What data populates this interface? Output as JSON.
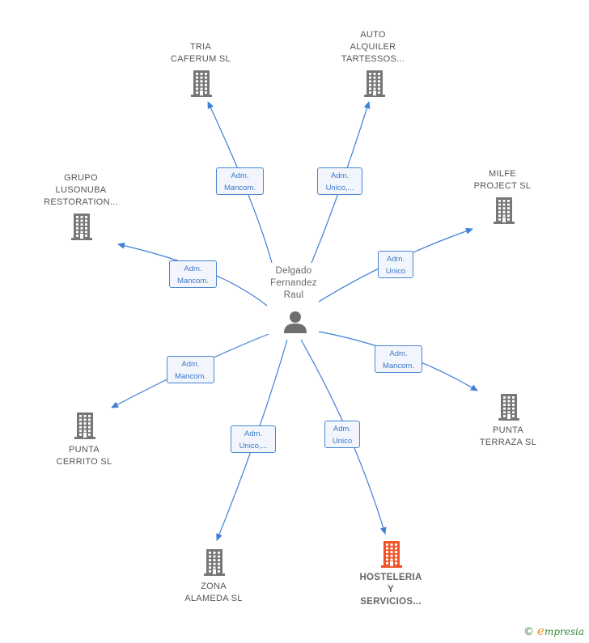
{
  "person": {
    "lines": [
      "Delgado",
      "Fernandez",
      "Raul"
    ]
  },
  "companies": [
    {
      "id": "tria",
      "lines": [
        "TRIA",
        "CAFERUM  SL"
      ]
    },
    {
      "id": "auto",
      "lines": [
        "AUTO",
        "ALQUILER",
        "TARTESSOS..."
      ]
    },
    {
      "id": "milfe",
      "lines": [
        "MILFE",
        "PROJECT  SL"
      ]
    },
    {
      "id": "grupo",
      "lines": [
        "GRUPO",
        "LUSONUBA",
        "RESTORATION..."
      ]
    },
    {
      "id": "terraza",
      "lines": [
        "PUNTA",
        "TERRAZA  SL"
      ]
    },
    {
      "id": "cerrito",
      "lines": [
        "PUNTA",
        "CERRITO SL"
      ]
    },
    {
      "id": "alameda",
      "lines": [
        "ZONA",
        "ALAMEDA  SL"
      ]
    },
    {
      "id": "hosteleria",
      "lines": [
        "HOSTELERIA",
        "Y",
        "SERVICIOS..."
      ],
      "highlight": true
    }
  ],
  "roles": [
    {
      "id": "tria",
      "lines": [
        "Adm.",
        "Mancom."
      ]
    },
    {
      "id": "auto",
      "lines": [
        "Adm.",
        "Unico,..."
      ]
    },
    {
      "id": "milfe",
      "lines": [
        "Adm.",
        "Unico"
      ]
    },
    {
      "id": "grupo",
      "lines": [
        "Adm.",
        "Mancom."
      ]
    },
    {
      "id": "terraza",
      "lines": [
        "Adm.",
        "Mancom."
      ]
    },
    {
      "id": "cerrito",
      "lines": [
        "Adm.",
        "Mancom."
      ]
    },
    {
      "id": "alameda",
      "lines": [
        "Adm.",
        "Unico,..."
      ]
    },
    {
      "id": "hosteleria",
      "lines": [
        "Adm.",
        "Unico"
      ]
    }
  ],
  "colors": {
    "edge": "#3d7fd6",
    "building": "#777777",
    "building_highlight": "#f0552a",
    "person": "#6e6e6e"
  },
  "icons": {
    "company": "building-icon",
    "person": "person-icon"
  },
  "footer": {
    "copyright_symbol": "©",
    "brand_initial": "e",
    "brand_rest": "mpresia"
  }
}
